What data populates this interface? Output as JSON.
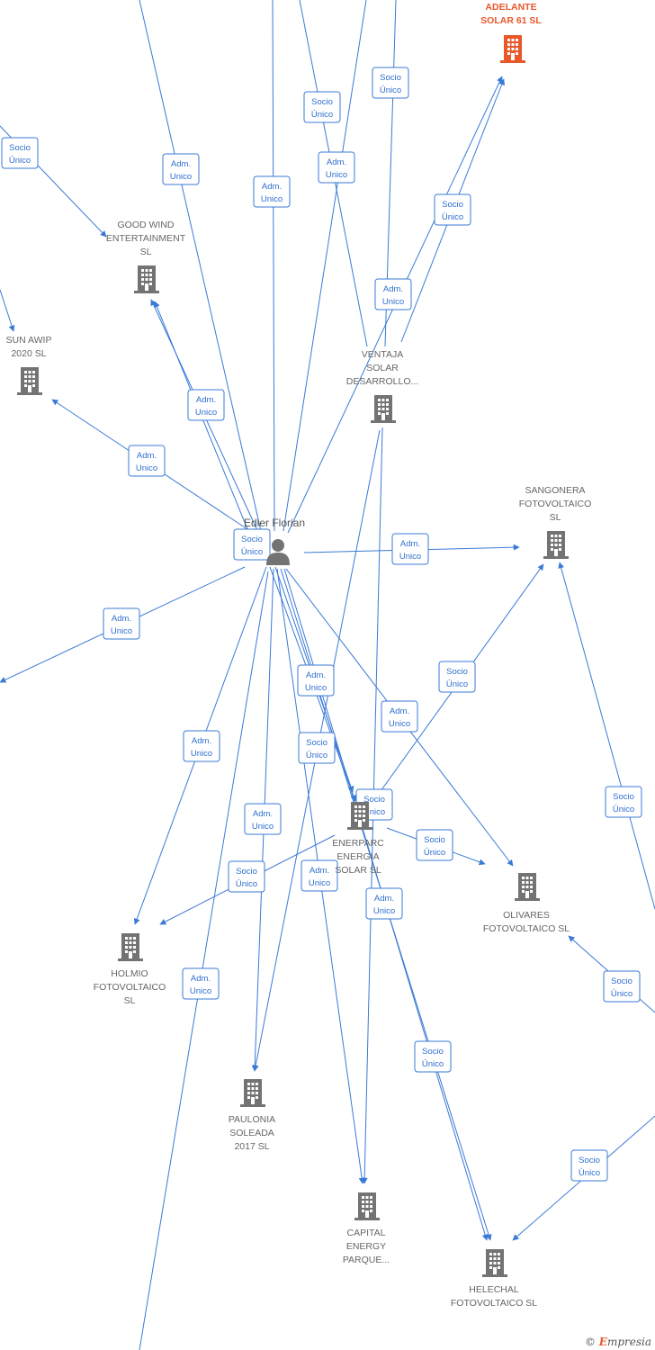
{
  "colors": {
    "edge": "#3a7ad6",
    "node": "#737373",
    "focus": "#e8582a"
  },
  "person": {
    "name": "Edler Florian"
  },
  "nodes": [
    {
      "id": "adelante",
      "lines": [
        "ADELANTE",
        "SOLAR 61  SL"
      ],
      "focus": true
    },
    {
      "id": "goodwind",
      "lines": [
        "GOOD WIND",
        "ENTERTAINMENT",
        "SL"
      ]
    },
    {
      "id": "sunawip",
      "lines": [
        "SUN AWIP",
        "2020  SL"
      ]
    },
    {
      "id": "ventaja",
      "lines": [
        "VENTAJA",
        "SOLAR",
        "DESARROLLO..."
      ]
    },
    {
      "id": "sangonera",
      "lines": [
        "SANGONERA",
        "FOTOVOLTAICO",
        "SL"
      ]
    },
    {
      "id": "enerparc",
      "lines": [
        "ENERPARC",
        "ENERGIA",
        "SOLAR  SL"
      ]
    },
    {
      "id": "olivares",
      "lines": [
        "OLIVARES",
        "FOTOVOLTAICO SL"
      ]
    },
    {
      "id": "holmio",
      "lines": [
        "HOLMIO",
        "FOTOVOLTAICO",
        "SL"
      ]
    },
    {
      "id": "paulonia",
      "lines": [
        "PAULONIA",
        "SOLEADA",
        "2017  SL"
      ]
    },
    {
      "id": "capital",
      "lines": [
        "CAPITAL",
        "ENERGY",
        "PARQUE..."
      ]
    },
    {
      "id": "helechal",
      "lines": [
        "HELECHAL",
        "FOTOVOLTAICO SL"
      ]
    }
  ],
  "roles": {
    "adm": [
      "Adm.",
      "Unico"
    ],
    "socio": [
      "Socio",
      "Único"
    ]
  },
  "footer": {
    "copyright": "©",
    "brand_initial": "E",
    "brand_rest": "mpresia"
  }
}
